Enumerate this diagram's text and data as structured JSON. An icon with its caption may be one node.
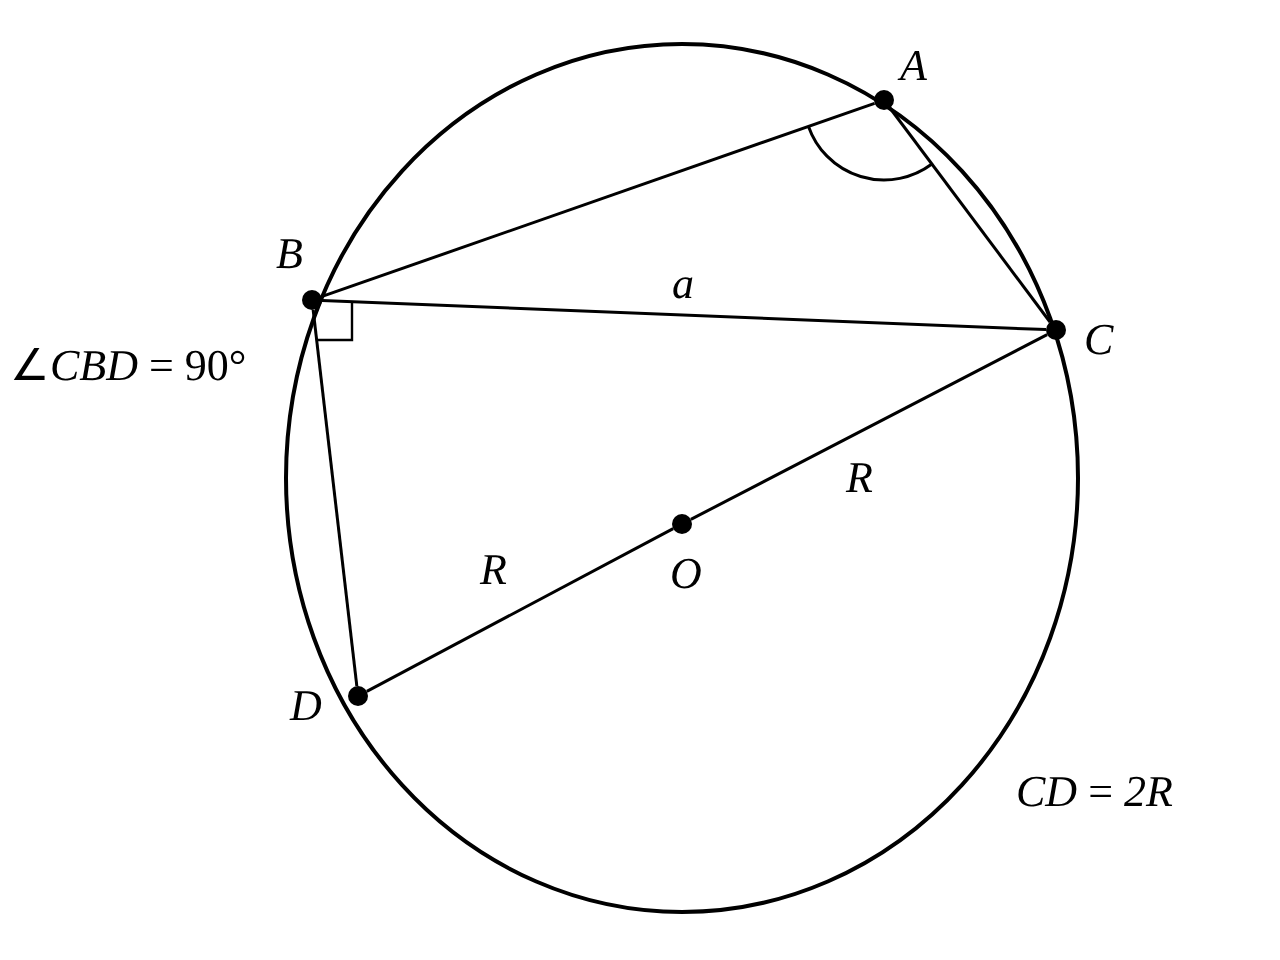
{
  "diagram": {
    "nodes": [
      {
        "text": [
          "A"
        ]
      },
      {
        "text": [
          "B"
        ]
      },
      {
        "text": [
          "C"
        ]
      },
      {
        "text": [
          "D"
        ]
      },
      {
        "text": [
          "O"
        ]
      }
    ],
    "edges": [
      {
        "from": 0,
        "to": 1,
        "arrow": "none"
      },
      {
        "from": 0,
        "to": 2,
        "arrow": "none"
      },
      {
        "from": 1,
        "to": 2,
        "arrow": "none",
        "label": "a"
      },
      {
        "from": 1,
        "to": 3,
        "arrow": "none"
      },
      {
        "from": 2,
        "to": 4,
        "arrow": "none",
        "label": "R"
      },
      {
        "from": 4,
        "to": 3,
        "arrow": "none",
        "label": "R"
      }
    ],
    "labels": [
      "∠*CBD* = 90°",
      "*CD* = *2R*"
    ]
  }
}
